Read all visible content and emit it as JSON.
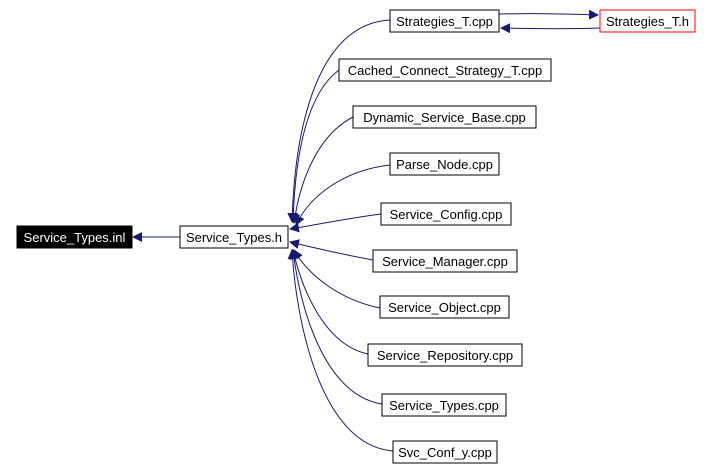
{
  "graph": {
    "colors": {
      "edge": "#191970",
      "node_border": "#000000",
      "node_fill": "#ffffff",
      "root_fill": "#000000",
      "root_text": "#ffffff",
      "highlight_border": "#ff0000"
    },
    "nodes": [
      {
        "id": "service_types_inl",
        "label": "Service_Types.inl"
      },
      {
        "id": "service_types_h",
        "label": "Service_Types.h"
      },
      {
        "id": "strategies_t_cpp",
        "label": "Strategies_T.cpp"
      },
      {
        "id": "strategies_t_h",
        "label": "Strategies_T.h"
      },
      {
        "id": "cached_connect_strategy_t_cpp",
        "label": "Cached_Connect_Strategy_T.cpp"
      },
      {
        "id": "dynamic_service_base_cpp",
        "label": "Dynamic_Service_Base.cpp"
      },
      {
        "id": "parse_node_cpp",
        "label": "Parse_Node.cpp"
      },
      {
        "id": "service_config_cpp",
        "label": "Service_Config.cpp"
      },
      {
        "id": "service_manager_cpp",
        "label": "Service_Manager.cpp"
      },
      {
        "id": "service_object_cpp",
        "label": "Service_Object.cpp"
      },
      {
        "id": "service_repository_cpp",
        "label": "Service_Repository.cpp"
      },
      {
        "id": "service_types_cpp",
        "label": "Service_Types.cpp"
      },
      {
        "id": "svc_conf_y_cpp",
        "label": "Svc_Conf_y.cpp"
      }
    ],
    "edges": [
      {
        "from": "service_types_h",
        "to": "service_types_inl"
      },
      {
        "from": "strategies_t_cpp",
        "to": "service_types_h"
      },
      {
        "from": "cached_connect_strategy_t_cpp",
        "to": "service_types_h"
      },
      {
        "from": "dynamic_service_base_cpp",
        "to": "service_types_h"
      },
      {
        "from": "parse_node_cpp",
        "to": "service_types_h"
      },
      {
        "from": "service_config_cpp",
        "to": "service_types_h"
      },
      {
        "from": "service_manager_cpp",
        "to": "service_types_h"
      },
      {
        "from": "service_object_cpp",
        "to": "service_types_h"
      },
      {
        "from": "service_repository_cpp",
        "to": "service_types_h"
      },
      {
        "from": "service_types_cpp",
        "to": "service_types_h"
      },
      {
        "from": "svc_conf_y_cpp",
        "to": "service_types_h"
      },
      {
        "from": "strategies_t_cpp",
        "to": "strategies_t_h"
      },
      {
        "from": "strategies_t_h",
        "to": "strategies_t_cpp"
      }
    ]
  }
}
